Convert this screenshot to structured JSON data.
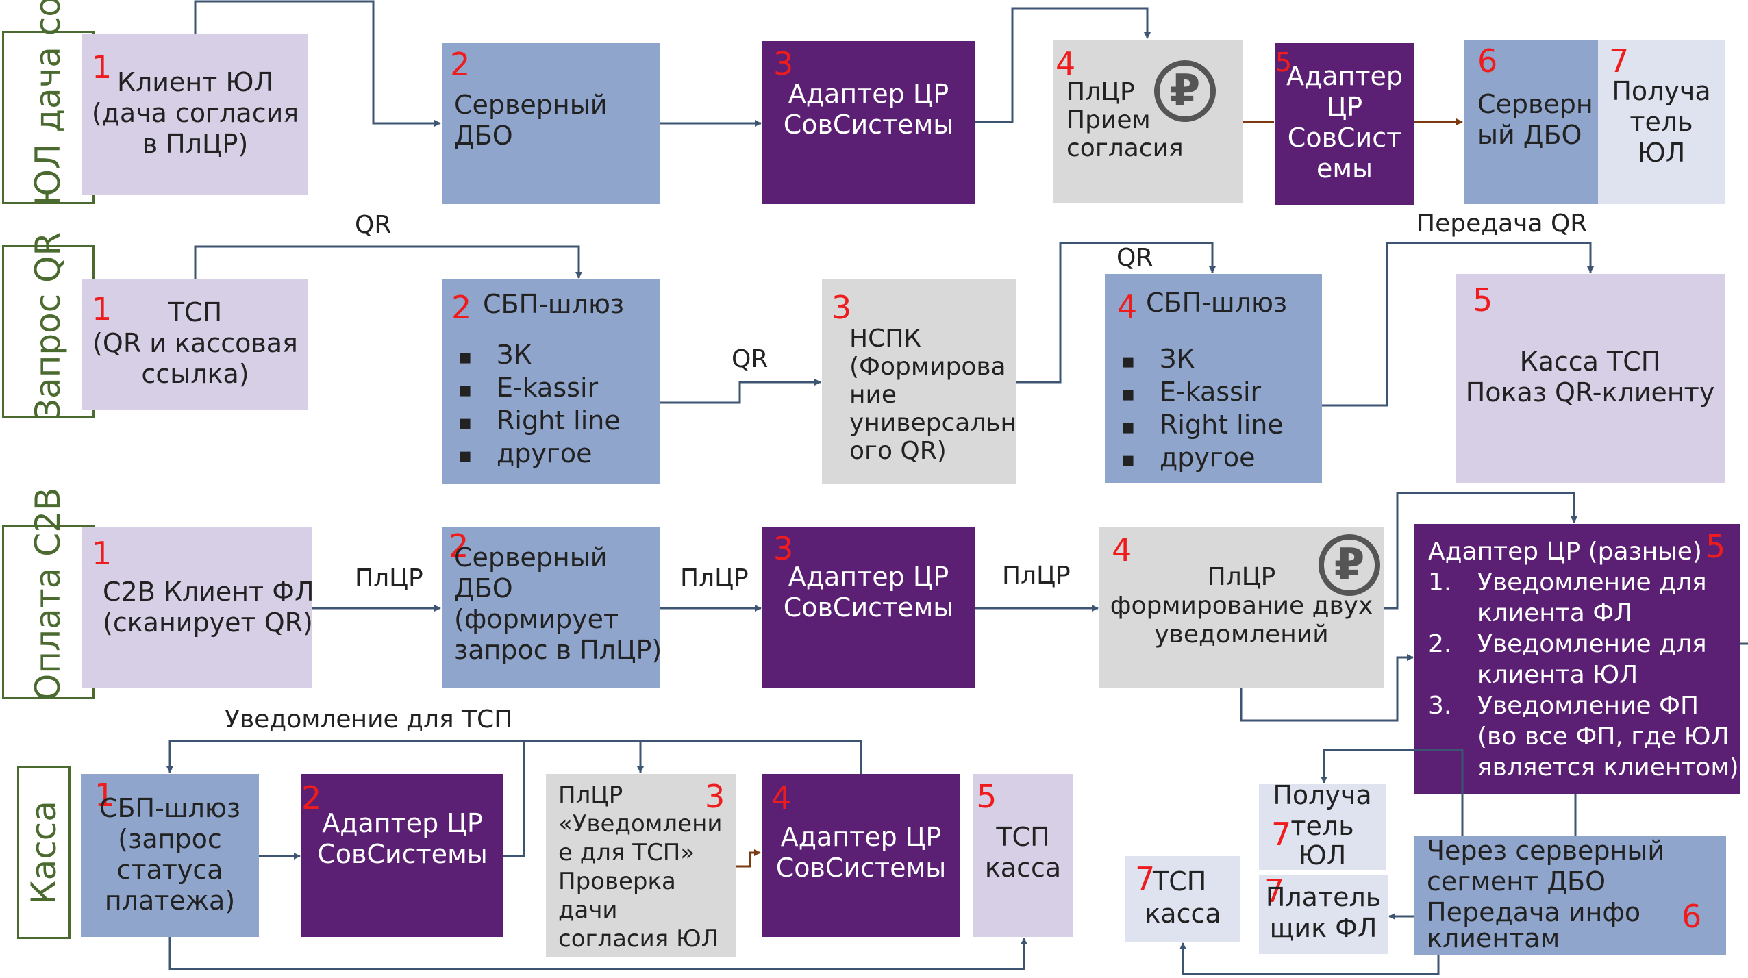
{
  "lanes": {
    "consent": "ЮЛ дача согласия",
    "qr": "Запрос QR",
    "payment": "Оплата C2B",
    "cash": "Касса"
  },
  "row1": {
    "b1": {
      "num": "1",
      "text": [
        "Клиент ЮЛ",
        "(дача согласия",
        "в ПлЦР)"
      ]
    },
    "b2": {
      "num": "2",
      "text": [
        "Серверный",
        "ДБО"
      ]
    },
    "b3": {
      "num": "3",
      "text": [
        "Адаптер ЦР",
        "СовСистемы"
      ]
    },
    "b4": {
      "num": "4",
      "text": [
        "ПлЦР",
        "Прием",
        "согласия"
      ]
    },
    "b5": {
      "num": "5",
      "text": [
        "Адаптер",
        "ЦР",
        "СовСист",
        "емы"
      ]
    },
    "b6": {
      "num": "6",
      "text": [
        "Серверн",
        "ый ДБО"
      ]
    },
    "b7": {
      "num": "7",
      "text": [
        "Получа",
        "тель",
        "ЮЛ"
      ]
    }
  },
  "row2": {
    "b1": {
      "num": "1",
      "text": [
        "ТСП",
        "(QR и кассовая",
        "ссылка)"
      ]
    },
    "b2": {
      "num": "2",
      "title": "СБП-шлюз",
      "items": [
        "ЗК",
        "E-kassir",
        "Right line",
        "другое"
      ]
    },
    "b3": {
      "num": "3",
      "text": [
        "НСПК",
        "(Формирова",
        "ние",
        "универсальн",
        "ого QR)"
      ]
    },
    "b4": {
      "num": "4",
      "title": "СБП-шлюз",
      "items": [
        "ЗК",
        "E-kassir",
        "Right line",
        "другое"
      ]
    },
    "b5": {
      "num": "5",
      "text": [
        "Касса ТСП",
        "Показ QR-клиенту"
      ]
    },
    "labels": {
      "qr_top": "QR",
      "qr_mid": "QR",
      "qr_right": "QR",
      "transfer": "Передача QR"
    }
  },
  "row3": {
    "b1": {
      "num": "1",
      "text": [
        "C2B Клиент ФЛ",
        "(сканирует QR)"
      ]
    },
    "b2": {
      "num": "2",
      "text": [
        "Серверный",
        "ДБО",
        "(формирует",
        "запрос в ПлЦР)"
      ]
    },
    "b3": {
      "num": "3",
      "text": [
        "Адаптер ЦР",
        "СовСистемы"
      ]
    },
    "b4": {
      "num": "4",
      "text": [
        "ПлЦР",
        "формирование двух",
        "уведомлений"
      ]
    },
    "b5": {
      "num": "5",
      "title": "Адаптер ЦР (разные)",
      "items": [
        {
          "n": "1.",
          "lines": [
            "Уведомление для",
            "клиента ФЛ"
          ]
        },
        {
          "n": "2.",
          "lines": [
            "Уведомление для",
            "клиента ЮЛ"
          ]
        },
        {
          "n": "3.",
          "lines": [
            "Уведомление ФП",
            "(во все ФП, где ЮЛ",
            "является клиентом)"
          ]
        }
      ]
    },
    "labels": {
      "a1": "ПлЦР",
      "a2": "ПлЦР",
      "a3": "ПлЦР"
    }
  },
  "row4": {
    "b1": {
      "num": "1",
      "text": [
        "СБП-шлюз",
        "(запрос",
        "статуса",
        "платежа)"
      ]
    },
    "b2": {
      "num": "2",
      "text": [
        "Адаптер ЦР",
        "СовСистемы"
      ]
    },
    "b3": {
      "num": "3",
      "text": [
        "ПлЦР",
        "«Уведомлени",
        "е для ТСП»",
        "Проверка",
        "дачи",
        "согласия ЮЛ"
      ]
    },
    "b4": {
      "num": "4",
      "text": [
        "Адаптер ЦР",
        "СовСистемы"
      ]
    },
    "b5": {
      "num": "5",
      "text": [
        "ТСП",
        "касса"
      ]
    },
    "b6": {
      "num": "6",
      "text": [
        "Через серверный",
        "сегмент ДБО",
        "Передача инфо",
        "клиентам"
      ]
    },
    "r1": {
      "num": "7",
      "text": [
        "Получа",
        "тель",
        "ЮЛ"
      ]
    },
    "r2": {
      "num": "7",
      "text": [
        "Платель",
        "щик ФЛ"
      ]
    },
    "r3": {
      "num": "7",
      "text": [
        "ТСП",
        "касса"
      ]
    },
    "labels": {
      "notify": "Уведомление для ТСП"
    }
  },
  "colors": {
    "lavender": "#d7cfe6",
    "blue": "#8fa5cc",
    "purple": "#5b1f73",
    "gray": "#d9d9d9",
    "pale": "#dfe3ef",
    "lane_border": "#4a6a2f",
    "number": "#ee1c1c",
    "arrow": "#3d5572",
    "arrow_brown": "#7a3b12"
  },
  "icons": [
    "ruble-icon"
  ]
}
